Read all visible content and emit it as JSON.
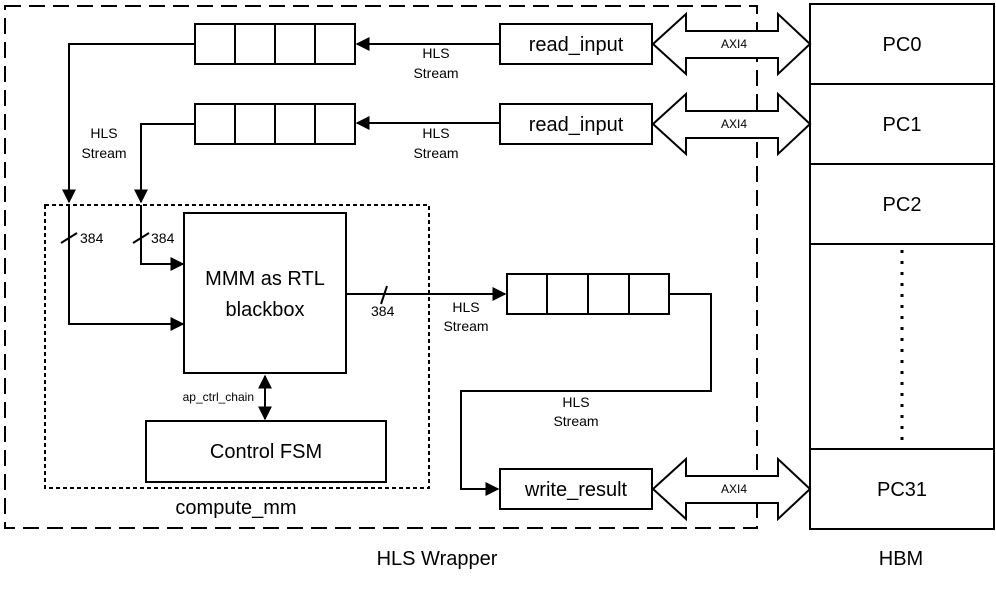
{
  "wrapper": {
    "label": "HLS Wrapper"
  },
  "hbm": {
    "label": "HBM",
    "channels": [
      {
        "label": "PC0"
      },
      {
        "label": "PC1"
      },
      {
        "label": "PC2"
      },
      {
        "label": "PC31"
      }
    ]
  },
  "modules": {
    "read_input_0": "read_input",
    "read_input_1": "read_input",
    "write_result": "write_result"
  },
  "compute": {
    "label": "compute_mm",
    "blackbox_line1": "MMM as RTL",
    "blackbox_line2": "blackbox",
    "control_fsm": "Control FSM",
    "ctrl_chain": "ap_ctrl_chain"
  },
  "stream_label": {
    "line1": "HLS",
    "line2": "Stream"
  },
  "axi_label": "AXI4",
  "bus_width": "384"
}
